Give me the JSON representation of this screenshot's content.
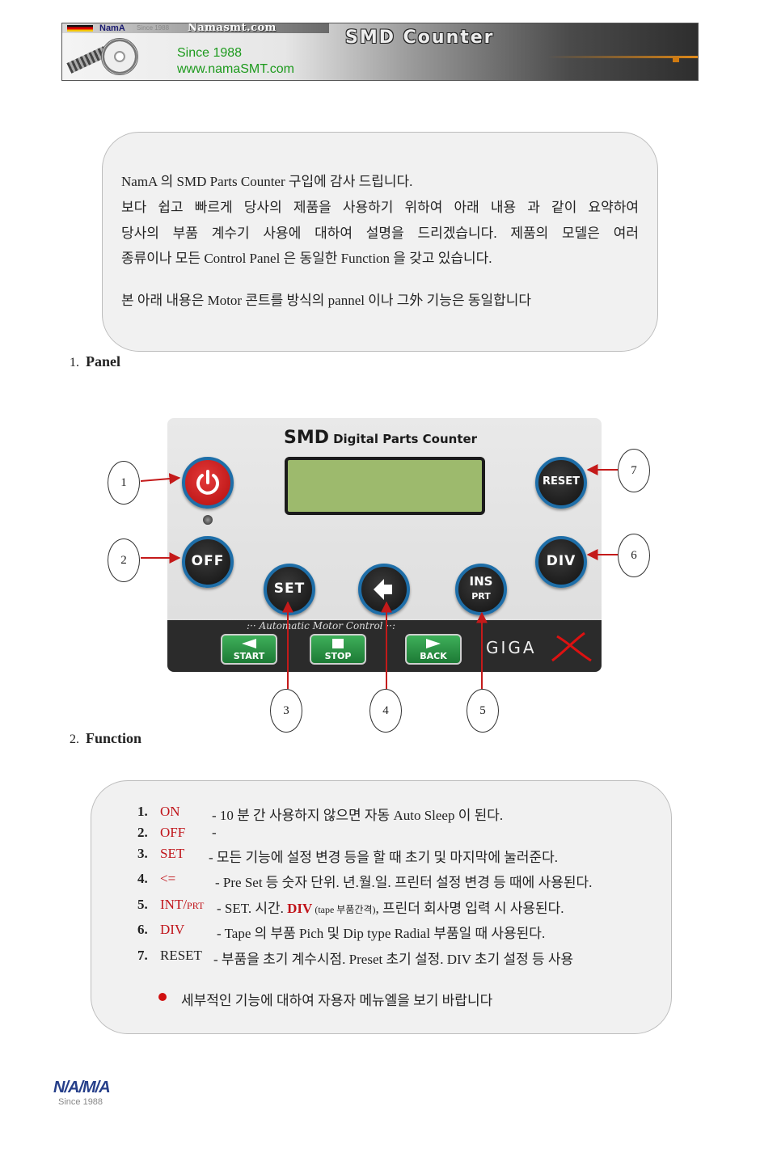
{
  "header": {
    "brand": "NamA",
    "brand_since": "Since 1988",
    "site": "Namasmt.com",
    "title": "SMD Counter",
    "since": "Since 1988",
    "url": "www.namaSMT.com"
  },
  "intro": {
    "lines": [
      "NamA 의 SMD Parts Counter 구입에 감사 드립니다.",
      "보다 쉽고 빠르게 당사의 제품을 사용하기 위하여 아래 내용 과 같이 요약하여",
      "당사의 부품 계수기 사용에 대하여 설명을 드리겠습니다. 제품의 모델은 여러",
      "종류이나 모든 Control Panel 은 동일한 Function 을 갖고 있습니다.",
      "본 아래 내용은 Motor 콘트를 방식의 pannel 이나 그外 기능은 동일합니다"
    ]
  },
  "sections": {
    "panel": {
      "num": "1.",
      "title": "Panel"
    },
    "function": {
      "num": "2.",
      "title": "Function"
    }
  },
  "panel": {
    "title_big": "SMD",
    "title_rest": "Digital Parts Counter",
    "buttons": {
      "off": "OFF",
      "set": "SET",
      "ins": "INS",
      "prt": "PRT",
      "reset": "RESET",
      "div": "DIV"
    },
    "automatic": ":·· Automatic Motor Control ··:",
    "motor": {
      "start": "START",
      "stop": "STOP",
      "back": "BACK"
    },
    "giga": "GIGA"
  },
  "callouts": [
    "1",
    "2",
    "3",
    "4",
    "5",
    "6",
    "7"
  ],
  "functions": [
    {
      "num": "1.",
      "key": "ON",
      "desc": "-    10 분 간 사용하지 않으면 자동 Auto Sleep 이 된다."
    },
    {
      "num": "2.",
      "key": "OFF",
      "desc": "-"
    },
    {
      "num": "3.",
      "key": "SET",
      "desc": "-  모든 기능에 설정 변경 등을 할 때 초기 및 마지막에 눌러준다."
    },
    {
      "num": "4.",
      "key": "<=",
      "desc": "-  Pre Set 등 숫자 단위. 년.월.일. 프린터 설정 변경 등 때에 사용된다."
    },
    {
      "num": "5.",
      "key": "INT/",
      "key_small": "PRT",
      "desc_a": "- SET. 시간. ",
      "desc_red": "DIV",
      "desc_small": " (tape 부품간격)",
      "desc_b": ", 프린더 회사명 입력 시 사용된다."
    },
    {
      "num": "6.",
      "key": "DIV",
      "desc": "- Tape 의 부품 Pich 및 Dip type Radial 부품일 때 사용된다."
    },
    {
      "num": "7.",
      "key": "RESET",
      "desc": "- 부품을 초기 계수시점. Preset 초기 설정. DIV 초기 설정 등 사용"
    }
  ],
  "note": "세부적인 기능에 대하여 자용자 메뉴엘을 보기 바랍니다",
  "footer": {
    "logo": "N/A/M/A",
    "since": "Since 1988"
  }
}
